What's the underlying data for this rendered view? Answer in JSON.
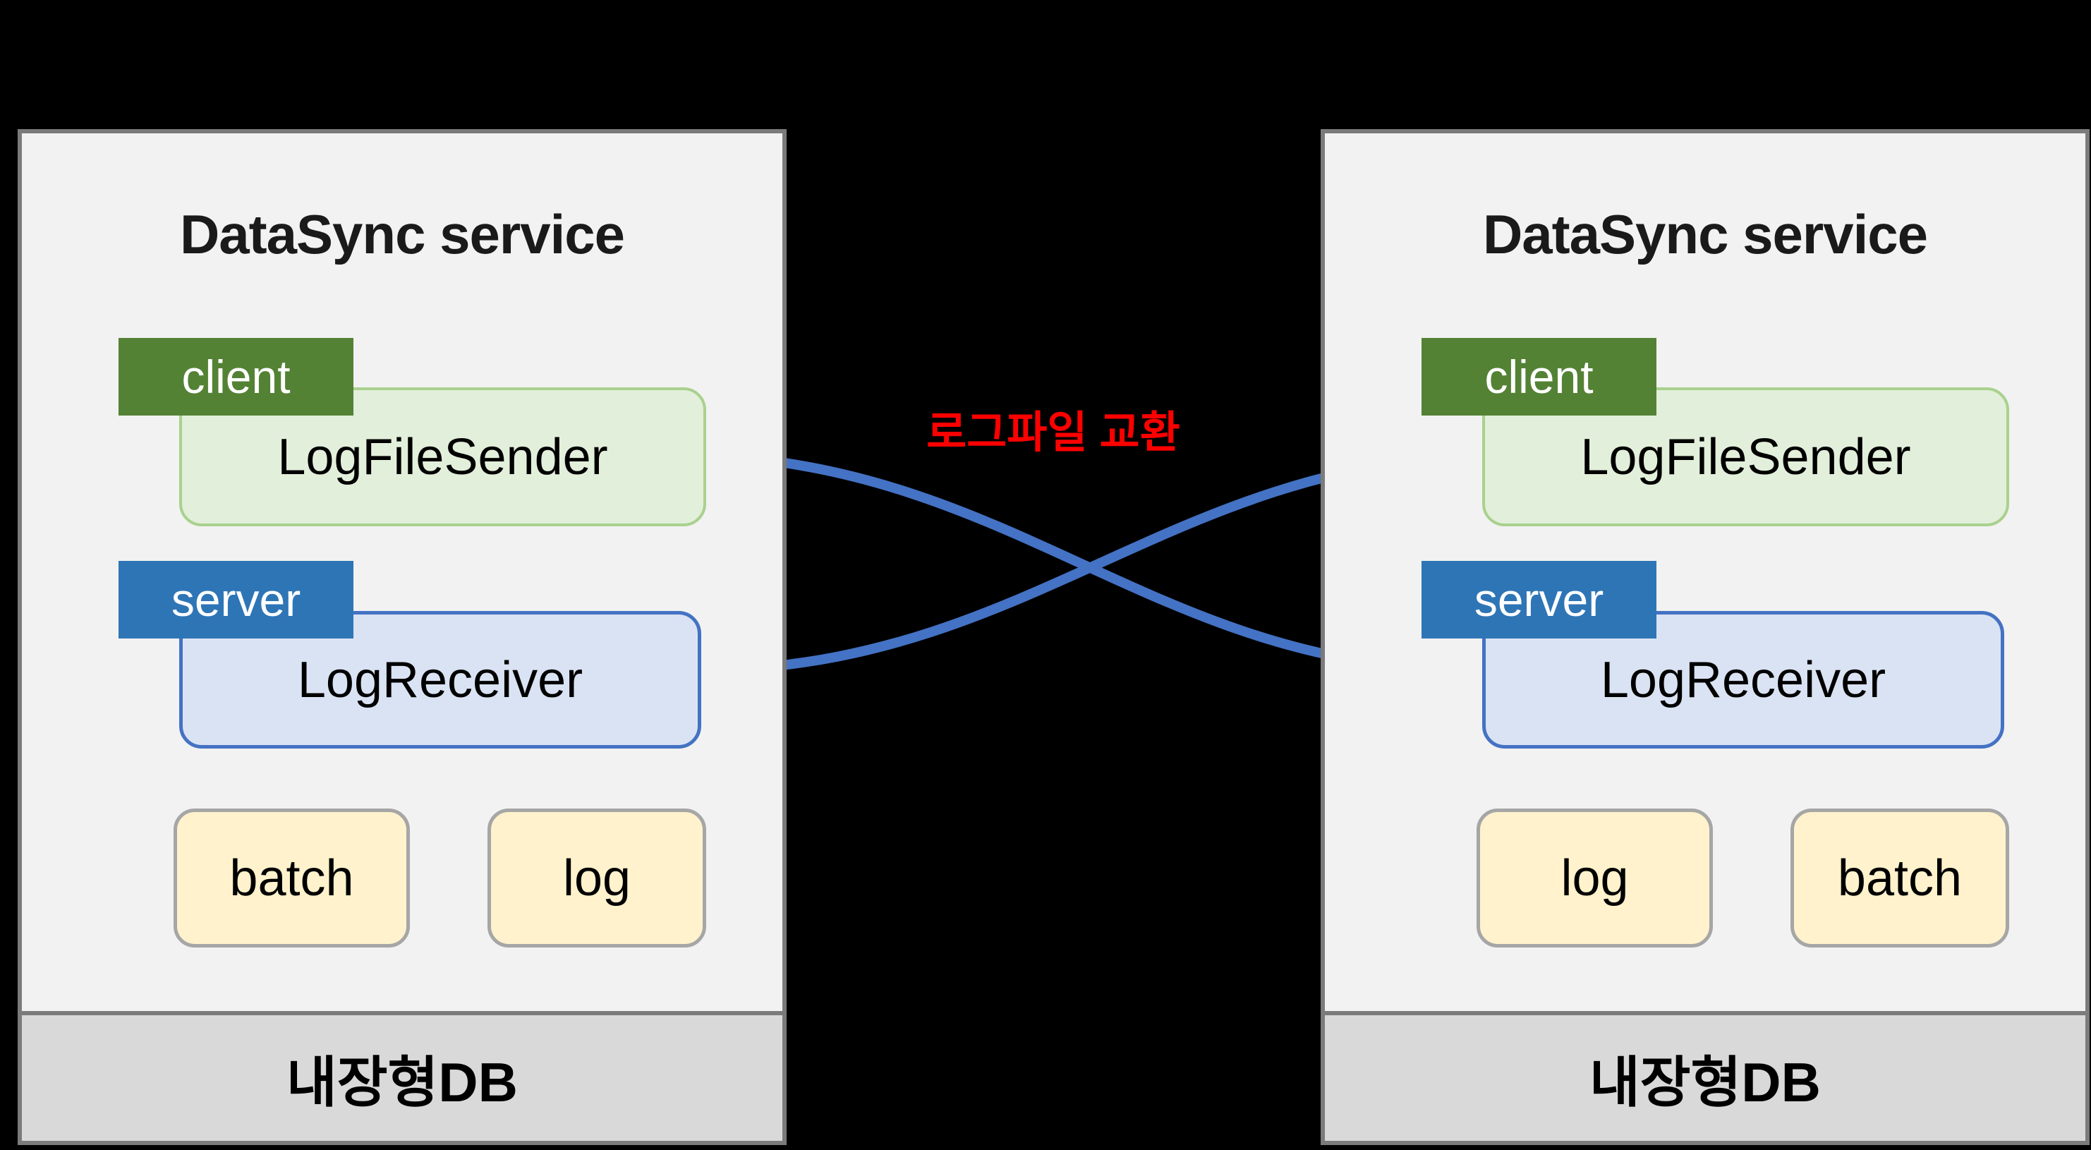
{
  "diagram": {
    "exchange_label": "로그파일 교환",
    "panels": [
      {
        "title": "DataSync service",
        "client_badge": "client",
        "sender": "LogFileSender",
        "server_badge": "server",
        "receiver": "LogReceiver",
        "bottom_left_box": "batch",
        "bottom_right_box": "log",
        "db_label": "내장형DB"
      },
      {
        "title": "DataSync service",
        "client_badge": "client",
        "sender": "LogFileSender",
        "server_badge": "server",
        "receiver": "LogReceiver",
        "bottom_left_box": "log",
        "bottom_right_box": "batch",
        "db_label": "내장형DB"
      }
    ],
    "colors": {
      "background": "#000000",
      "panel_fill": "#F2F2F2",
      "panel_border": "#7B7B7B",
      "db_bar_fill": "#D9D9D9",
      "client_badge": "#548235",
      "server_badge": "#2E75B6",
      "sender_fill": "#E2EFDA",
      "sender_border": "#A9D18E",
      "receiver_fill": "#DAE3F3",
      "receiver_border": "#4472C4",
      "file_box_fill": "#FFF2CC",
      "file_box_border": "#A6A6A6",
      "exchange_arrow": "#4472C4",
      "exchange_label": "#FF0000",
      "internal_arrow": "#000000"
    }
  }
}
